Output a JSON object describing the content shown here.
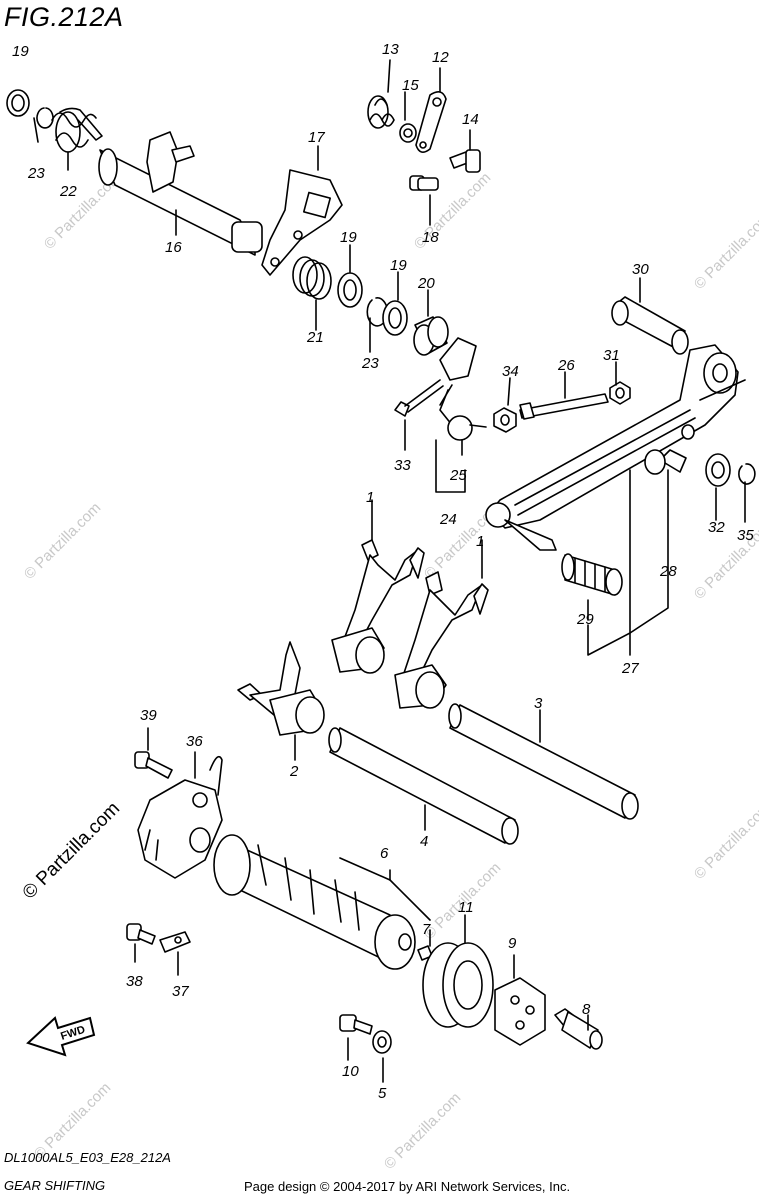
{
  "figure": {
    "title": "FIG.212A",
    "model_code": "DL1000AL5_E03_E28_212A",
    "section_name": "GEAR SHIFTING",
    "page_credit": "Page design © 2004-2017 by ARI Network Services, Inc."
  },
  "watermark": {
    "text": "© Partzilla.com"
  },
  "direction_arrow": {
    "label": "FWD"
  },
  "callouts": [
    "19",
    "23",
    "22",
    "16",
    "17",
    "13",
    "15",
    "12",
    "14",
    "18",
    "19",
    "21",
    "23",
    "19",
    "20",
    "30",
    "34",
    "26",
    "31",
    "33",
    "25",
    "24",
    "32",
    "35",
    "1",
    "1",
    "28",
    "29",
    "27",
    "2",
    "3",
    "39",
    "36",
    "4",
    "6",
    "7",
    "11",
    "9",
    "38",
    "37",
    "8",
    "10",
    "5"
  ]
}
